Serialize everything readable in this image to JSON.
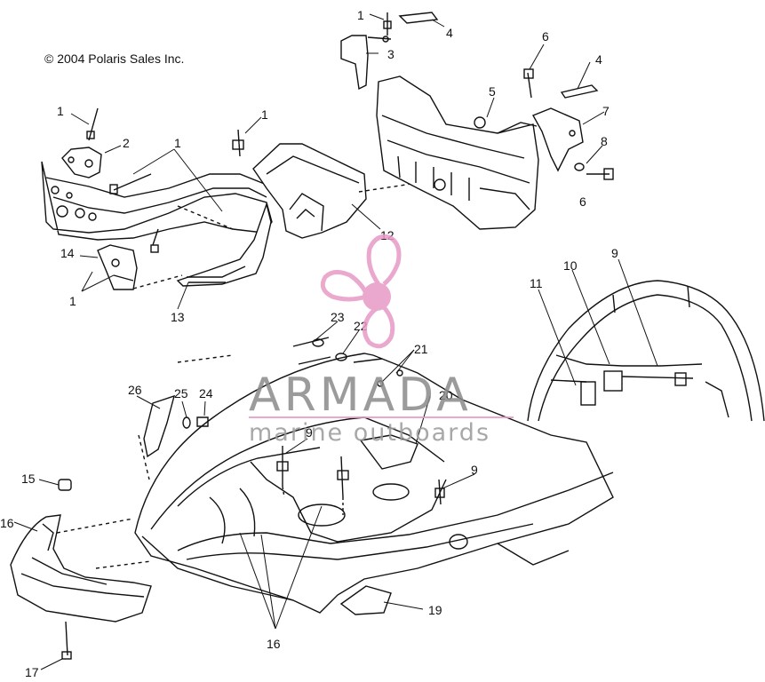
{
  "copyright": "© 2004 Polaris Sales Inc.",
  "watermark": {
    "title": "ARMADA",
    "subtitle": "marine outboards",
    "logo_icon": "propeller-logo-icon",
    "accent_color": "#e79ac6",
    "text_color": "#8a8a8a"
  },
  "callouts": {
    "c1a": "1",
    "c1b": "1",
    "c1c": "1",
    "c1d": "1",
    "c1e": "1",
    "c2": "2",
    "c3": "3",
    "c4a": "4",
    "c4b": "4",
    "c5": "5",
    "c6a": "6",
    "c6b": "6",
    "c7": "7",
    "c8": "8",
    "c9a": "9",
    "c9b": "9",
    "c9c": "9",
    "c10": "10",
    "c11": "11",
    "c12": "12",
    "c13": "13",
    "c14": "14",
    "c15": "15",
    "c16a": "16",
    "c16b": "16",
    "c17": "17",
    "c19": "19",
    "c20": "20",
    "c21": "21",
    "c22": "22",
    "c23": "23",
    "c24": "24",
    "c25": "25",
    "c26": "26"
  }
}
